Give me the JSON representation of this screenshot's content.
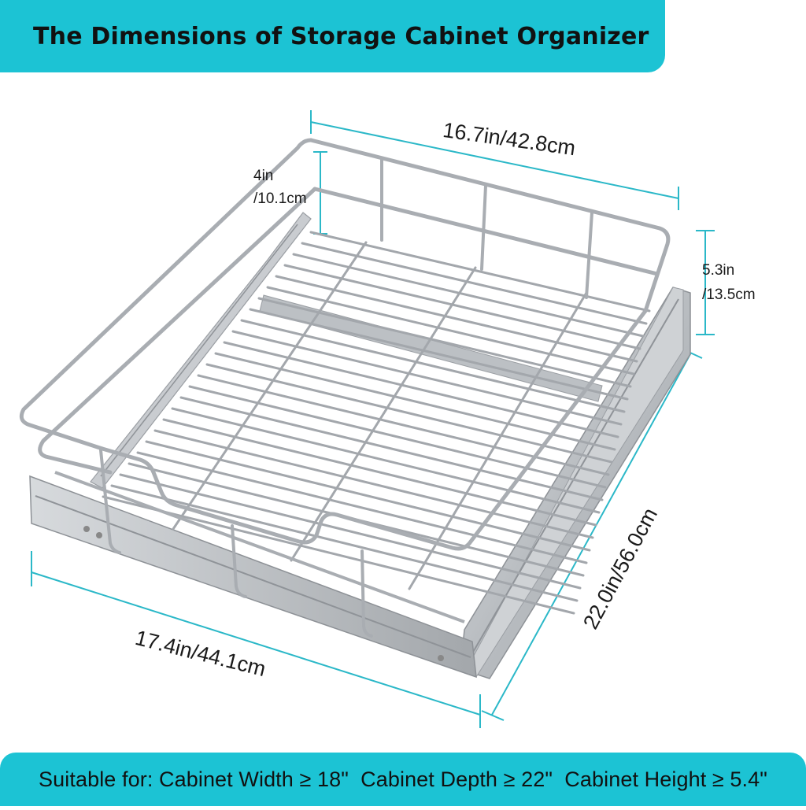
{
  "header": {
    "title": "The Dimensions of Storage Cabinet Organizer"
  },
  "dimensions": {
    "top_width": "16.7in/42.8cm",
    "wire_height_in": "4in",
    "wire_height_cm": "/10.1cm",
    "total_height_in": "5.3in",
    "total_height_cm": "/13.5cm",
    "front_width": "17.4in/44.1cm",
    "depth": "22.0in/56.0cm"
  },
  "footer": {
    "text": "Suitable for: Cabinet Width ≥ 18\"  Cabinet Depth ≥ 22\"  Cabinet Height ≥ 5.4\""
  },
  "colors": {
    "accent": "#1cc3d4",
    "wire": "#a9adb2",
    "rail": "#c6c9cd"
  }
}
